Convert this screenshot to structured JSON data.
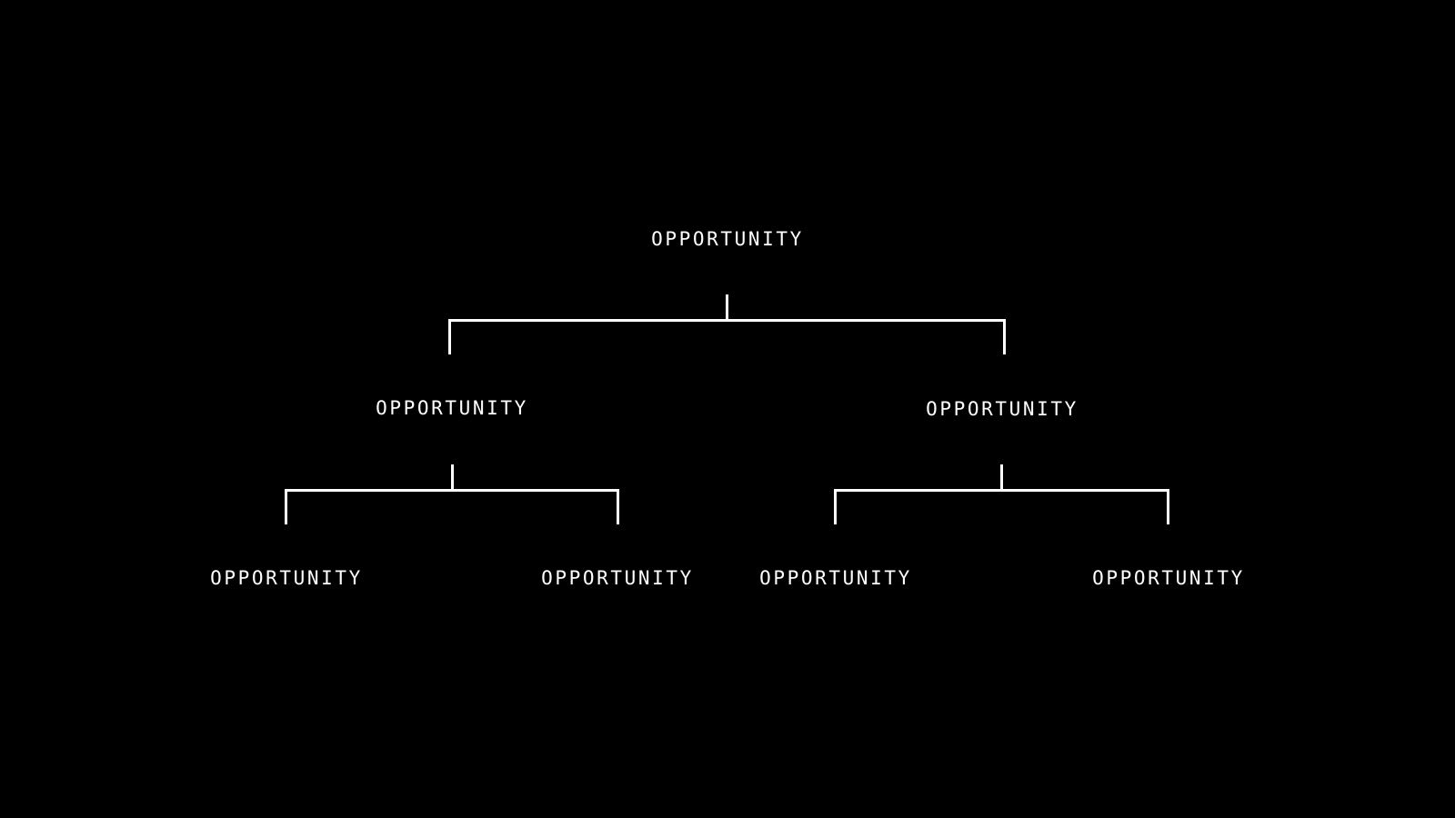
{
  "diagram": {
    "type": "tree",
    "colors": {
      "background": "#000000",
      "foreground": "#ffffff"
    },
    "root": {
      "label": "OPPORTUNITY",
      "children": [
        {
          "label": "OPPORTUNITY",
          "children": [
            {
              "label": "OPPORTUNITY"
            },
            {
              "label": "OPPORTUNITY"
            }
          ]
        },
        {
          "label": "OPPORTUNITY",
          "children": [
            {
              "label": "OPPORTUNITY"
            },
            {
              "label": "OPPORTUNITY"
            }
          ]
        }
      ]
    }
  }
}
